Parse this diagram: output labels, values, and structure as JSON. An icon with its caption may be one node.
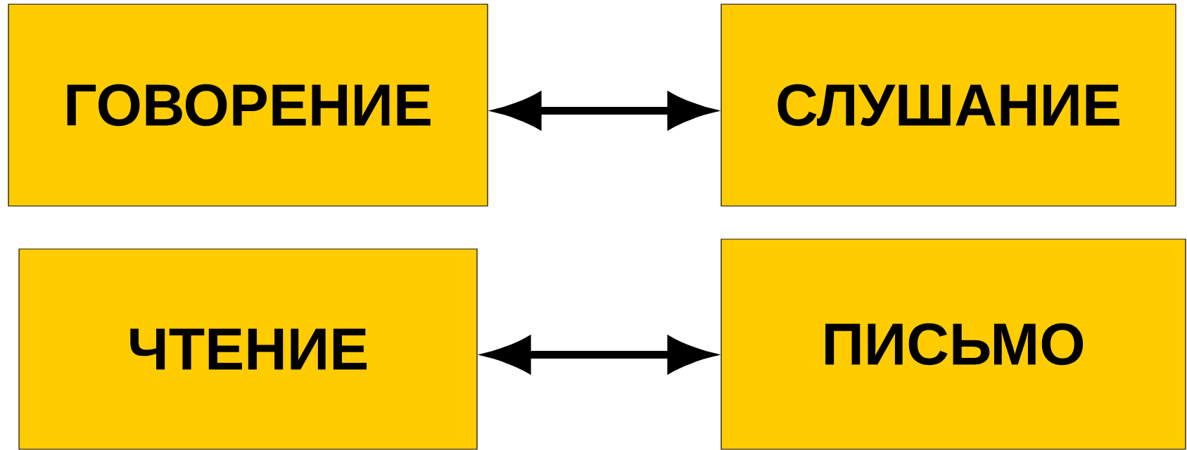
{
  "diagram": {
    "nodes": [
      {
        "text": [
          "ГОВОРЕНИЕ"
        ]
      },
      {
        "text": [
          "СЛУШАНИЕ"
        ]
      },
      {
        "text": [
          "ЧТЕНИЕ"
        ]
      },
      {
        "text": [
          "ПИСЬМО"
        ]
      }
    ],
    "edges": [
      {
        "from": 0,
        "to": 1,
        "arrow": "both"
      },
      {
        "from": 2,
        "to": 3,
        "arrow": "both"
      }
    ]
  }
}
